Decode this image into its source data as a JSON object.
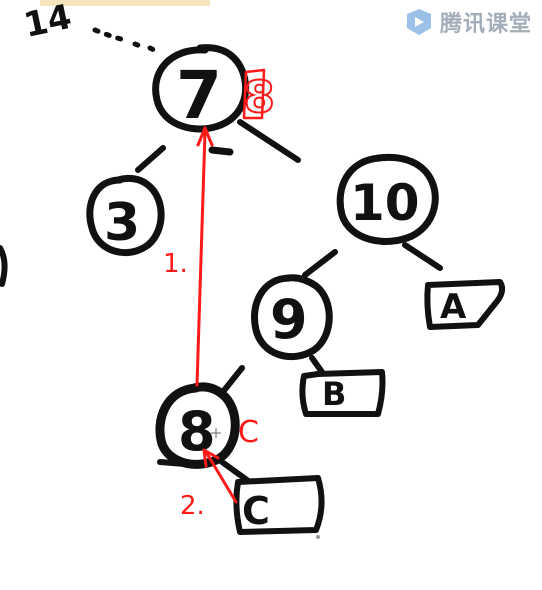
{
  "tree": {
    "root": "7",
    "root_annotation": "8",
    "nodes": [
      "3",
      "10",
      "9",
      "8"
    ],
    "leaf_boxes": [
      "A",
      "B",
      "C"
    ],
    "parent_fragment": "14"
  },
  "annotations": {
    "step_1": "1.",
    "step_2": "2.",
    "node8_label": "C"
  },
  "watermark": {
    "text": "腾讯课堂"
  },
  "colors": {
    "ink": "#111111",
    "annotation": "#ff1a1a",
    "watermark": "#5b6b82"
  }
}
